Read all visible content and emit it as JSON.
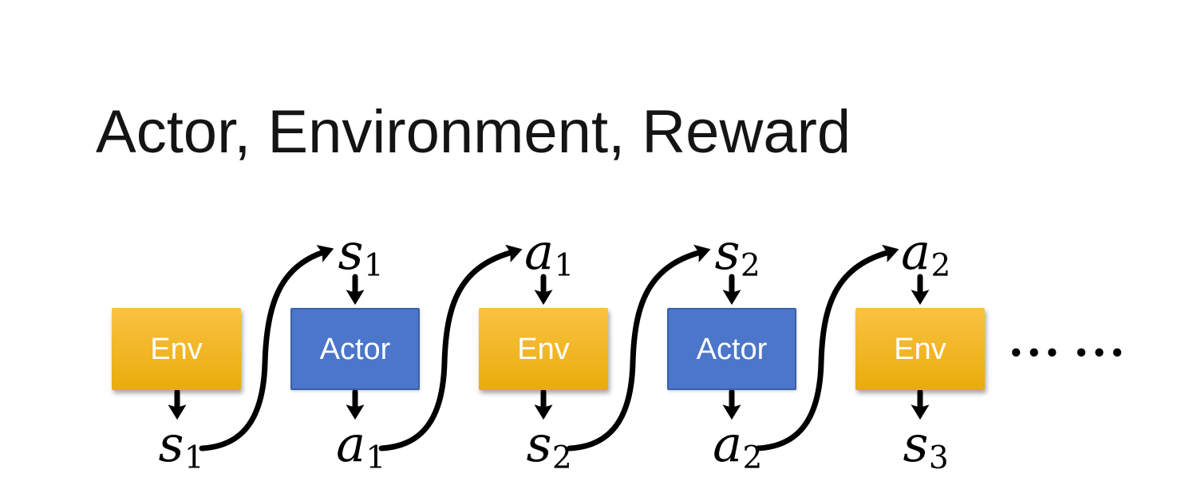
{
  "title": "Actor, Environment, Reward",
  "diagram": {
    "boxes": [
      {
        "label": "Env",
        "kind": "env"
      },
      {
        "label": "Actor",
        "kind": "actor"
      },
      {
        "label": "Env",
        "kind": "env"
      },
      {
        "label": "Actor",
        "kind": "actor"
      },
      {
        "label": "Env",
        "kind": "env"
      }
    ],
    "top_labels": [
      {
        "var": "s",
        "sub": "1"
      },
      {
        "var": "a",
        "sub": "1"
      },
      {
        "var": "s",
        "sub": "2"
      },
      {
        "var": "a",
        "sub": "2"
      }
    ],
    "bottom_labels": [
      {
        "var": "s",
        "sub": "1"
      },
      {
        "var": "a",
        "sub": "1"
      },
      {
        "var": "s",
        "sub": "2"
      },
      {
        "var": "a",
        "sub": "2"
      },
      {
        "var": "s",
        "sub": "3"
      }
    ],
    "ellipsis": "••• •••",
    "colors": {
      "env_top": "#FAC243",
      "env_bottom": "#E9AC0B",
      "actor_fill": "#4B76C9",
      "actor_border": "#3A60A8",
      "arrow": "#000000",
      "box_text": "#FFFFFF",
      "title_text": "#141414"
    }
  }
}
